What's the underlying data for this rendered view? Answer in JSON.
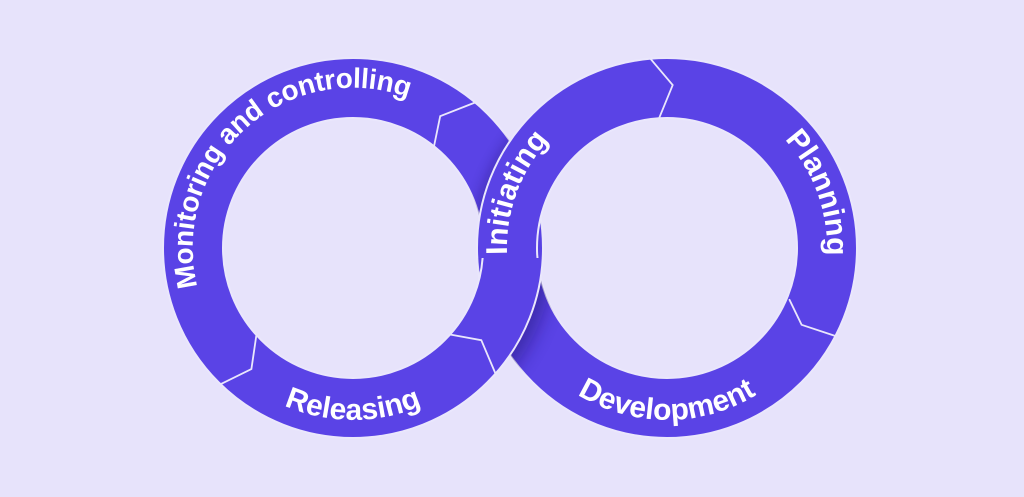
{
  "diagram": {
    "labels": {
      "monitoring": "Monitoring and controlling",
      "releasing": "Releasing",
      "initiating": "Initiating",
      "planning": "Planning",
      "development": "Development"
    },
    "colors": {
      "background": "#E7E3FB",
      "ring": "#5A43E6",
      "divider": "#EAE7FC",
      "shadow": "#1B0F66",
      "label_text": "#FFFFFF"
    }
  }
}
